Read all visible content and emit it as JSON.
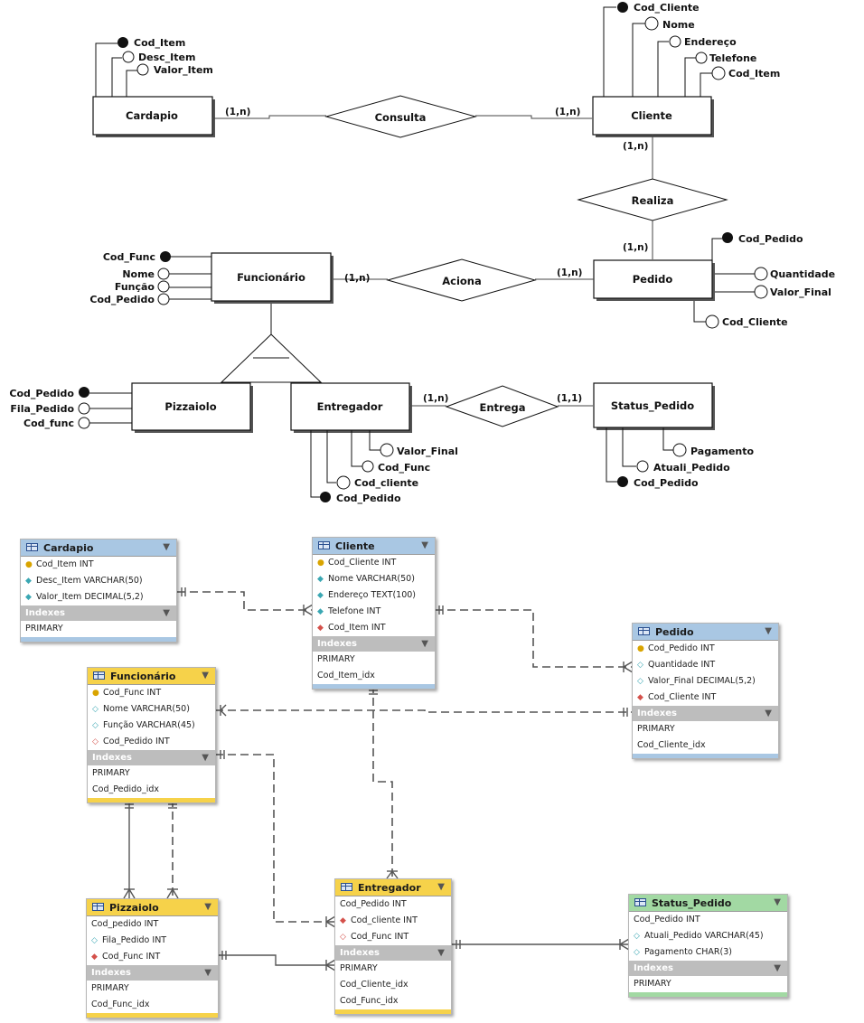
{
  "er": {
    "entities": {
      "cardapio": "Cardapio",
      "cliente": "Cliente",
      "pedido": "Pedido",
      "funcionario": "Funcionário",
      "pizzaiolo": "Pizzaiolo",
      "entregador": "Entregador",
      "status_pedido": "Status_Pedido"
    },
    "relationships": {
      "consulta": "Consulta",
      "realiza": "Realiza",
      "aciona": "Aciona",
      "entrega": "Entrega"
    },
    "cardinalities": {
      "consulta_cardapio": "(1,n)",
      "consulta_cliente": "(1,n)",
      "realiza_cliente": "(1,n)",
      "realiza_pedido": "(1,n)",
      "aciona_funcionario": "(1,n)",
      "aciona_pedido": "(1,n)",
      "entrega_entregador": "(1,n)",
      "entrega_status": "(1,1)"
    },
    "attributes": {
      "cardapio": [
        "Cod_Item",
        "Desc_Item",
        "Valor_Item"
      ],
      "cliente": [
        "Cod_Cliente",
        "Nome",
        "Endereço",
        "Telefone",
        "Cod_Item"
      ],
      "pedido": [
        "Cod_Pedido",
        "Quantidade",
        "Valor_Final",
        "Cod_Cliente"
      ],
      "funcionario": [
        "Cod_Func",
        "Nome",
        "Função",
        "Cod_Pedido"
      ],
      "pizzaiolo": [
        "Cod_Pedido",
        "Fila_Pedido",
        "Cod_func"
      ],
      "entregador": [
        "Valor_Final",
        "Cod_Func",
        "Cod_cliente",
        "Cod_Pedido"
      ],
      "status_pedido": [
        "Pagamento",
        "Atuali_Pedido",
        "Cod_Pedido"
      ]
    }
  },
  "tables": {
    "cardapio": {
      "name": "Cardapio",
      "color": "#a9c7e3",
      "columns": [
        {
          "icon": "key-icon",
          "text": "Cod_Item INT"
        },
        {
          "icon": "column-icon",
          "text": "Desc_Item VARCHAR(50)"
        },
        {
          "icon": "column-icon",
          "text": "Valor_Item DECIMAL(5,2)"
        }
      ],
      "indexes_label": "Indexes",
      "indexes": [
        "PRIMARY"
      ]
    },
    "cliente": {
      "name": "Cliente",
      "color": "#a9c7e3",
      "columns": [
        {
          "icon": "key-icon",
          "text": "Cod_Cliente INT"
        },
        {
          "icon": "column-icon",
          "text": "Nome VARCHAR(50)"
        },
        {
          "icon": "column-icon",
          "text": "Endereço TEXT(100)"
        },
        {
          "icon": "column-icon",
          "text": "Telefone INT"
        },
        {
          "icon": "fk-icon",
          "text": "Cod_Item INT"
        }
      ],
      "indexes_label": "Indexes",
      "indexes": [
        "PRIMARY",
        "Cod_Item_idx"
      ]
    },
    "pedido": {
      "name": "Pedido",
      "color": "#a9c7e3",
      "columns": [
        {
          "icon": "key-icon",
          "text": "Cod_Pedido INT"
        },
        {
          "icon": "column-icon",
          "text": "Quantidade INT"
        },
        {
          "icon": "column-icon",
          "text": "Valor_Final DECIMAL(5,2)"
        },
        {
          "icon": "fk-icon",
          "text": "Cod_Cliente INT"
        }
      ],
      "indexes_label": "Indexes",
      "indexes": [
        "PRIMARY",
        "Cod_Cliente_idx"
      ]
    },
    "funcionario": {
      "name": "Funcionário",
      "color": "#f6d24a",
      "columns": [
        {
          "icon": "key-icon",
          "text": "Cod_Func INT"
        },
        {
          "icon": "column-icon",
          "text": "Nome VARCHAR(50)"
        },
        {
          "icon": "column-icon",
          "text": "Função VARCHAR(45)"
        },
        {
          "icon": "column-icon",
          "text": "Cod_Pedido INT"
        }
      ],
      "indexes_label": "Indexes",
      "indexes": [
        "PRIMARY",
        "Cod_Pedido_idx"
      ]
    },
    "pizzaiolo": {
      "name": "Pizzaiolo",
      "color": "#f6d24a",
      "columns": [
        {
          "icon": "none",
          "text": "Cod_pedido INT"
        },
        {
          "icon": "column-icon",
          "text": "Fila_Pedido INT"
        },
        {
          "icon": "fk-icon",
          "text": "Cod_Func INT"
        }
      ],
      "indexes_label": "Indexes",
      "indexes": [
        "PRIMARY",
        "Cod_Func_idx"
      ]
    },
    "entregador": {
      "name": "Entregador",
      "color": "#f6d24a",
      "columns": [
        {
          "icon": "none",
          "text": "Cod_Pedido INT"
        },
        {
          "icon": "fk-icon",
          "text": "Cod_cliente INT"
        },
        {
          "icon": "column-icon",
          "text": "Cod_Func INT"
        }
      ],
      "indexes_label": "Indexes",
      "indexes": [
        "PRIMARY",
        "Cod_Cliente_idx",
        "Cod_Func_idx"
      ]
    },
    "status_pedido": {
      "name": "Status_Pedido",
      "color": "#a2d9a3",
      "columns": [
        {
          "icon": "none",
          "text": "Cod_Pedido INT"
        },
        {
          "icon": "column-icon",
          "text": "Atuali_Pedido VARCHAR(45)"
        },
        {
          "icon": "column-icon",
          "text": "Pagamento CHAR(3)"
        }
      ],
      "indexes_label": "Indexes",
      "indexes": [
        "PRIMARY"
      ]
    }
  }
}
